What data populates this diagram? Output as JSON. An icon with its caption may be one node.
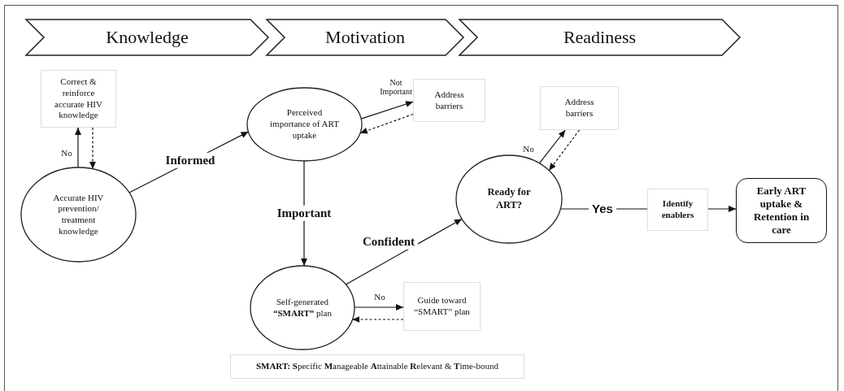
{
  "diagram": {
    "nodes": [
      {
        "text": [
          "Knowledge"
        ]
      },
      {
        "text": [
          "Motivation"
        ]
      },
      {
        "text": [
          "Readiness"
        ]
      },
      {
        "text": [
          "Correct & reinforce accurate HIV knowledge"
        ]
      },
      {
        "text": [
          "Accurate HIV prevention/ treatment knowledge"
        ]
      },
      {
        "text": [
          "Perceived importance of ART uptake"
        ]
      },
      {
        "text": [
          "Address barriers"
        ]
      },
      {
        "text": [
          "Address barriers"
        ]
      },
      {
        "text": [
          "Ready for ART?"
        ]
      },
      {
        "text": [
          "Identify enablers"
        ]
      },
      {
        "text": [
          "Early ART uptake & Retention in care"
        ]
      },
      {
        "text": [
          "Self-generated **“SMART”** plan"
        ]
      },
      {
        "text": [
          "Guide toward “SMART” plan"
        ]
      },
      {
        "text": [
          "**SMART: S**pecific **M**anageable **A**ttainable **R**elevant & **T**ime-bound"
        ]
      }
    ],
    "edges": [
      {
        "from": 4,
        "to": 3,
        "arrow": "to",
        "label": "No"
      },
      {
        "from": 3,
        "to": 4,
        "arrow": "to",
        "style": "dashed"
      },
      {
        "from": 4,
        "to": 5,
        "arrow": "to",
        "label": "Informed"
      },
      {
        "from": 5,
        "to": 6,
        "arrow": "to",
        "label": "Not Important"
      },
      {
        "from": 6,
        "to": 5,
        "arrow": "to",
        "style": "dashed"
      },
      {
        "from": 5,
        "to": 11,
        "arrow": "to",
        "label": "Important"
      },
      {
        "from": 11,
        "to": 8,
        "arrow": "to",
        "label": "Confident"
      },
      {
        "from": 8,
        "to": 7,
        "arrow": "to",
        "label": "No"
      },
      {
        "from": 7,
        "to": 8,
        "arrow": "to",
        "style": "dashed"
      },
      {
        "from": 8,
        "to": 9,
        "arrow": "none",
        "label": "Yes"
      },
      {
        "from": 9,
        "to": 10,
        "arrow": "to"
      },
      {
        "from": 11,
        "to": 12,
        "arrow": "to",
        "label": "No"
      },
      {
        "from": 12,
        "to": 11,
        "arrow": "to",
        "style": "dashed"
      }
    ]
  }
}
